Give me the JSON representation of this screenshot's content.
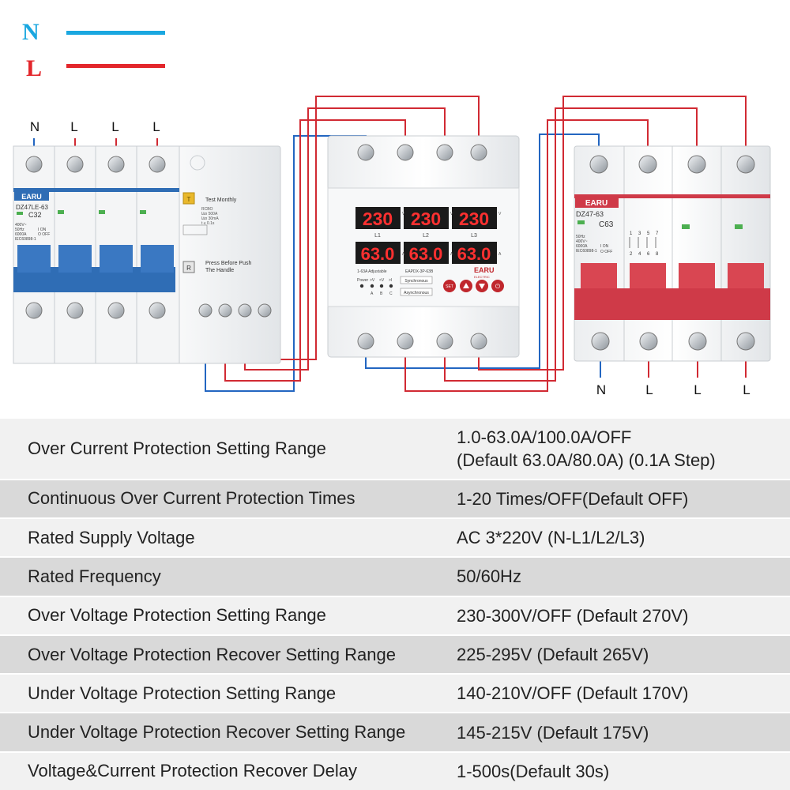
{
  "legend": {
    "neutral_letter": "N",
    "live_letter": "L",
    "neutral_color": "#1aa7e0",
    "live_color": "#e3262b"
  },
  "terminals": {
    "left": [
      "N",
      "L",
      "L",
      "L"
    ],
    "right": [
      "N",
      "L",
      "L",
      "L"
    ]
  },
  "rcbo": {
    "brand": "EARU",
    "model": "DZ47LE-63",
    "rating": "C32",
    "specs": [
      "400V~",
      "50Hz",
      "6000A",
      "IEC60898-1"
    ],
    "rcbo_label": "RCBO",
    "rcbo_specs": [
      "I∆n 500A",
      "I∆n 30mA",
      "t ≤ 0.1s"
    ],
    "test_text": "Test Monthly",
    "test_button": "T",
    "reset_button": "R",
    "press_text_1": "Press Before Push",
    "press_text_2": "The Handle",
    "on_label": "I ON",
    "off_label": "O OFF",
    "handle_color": "#2f6db5"
  },
  "protector": {
    "voltage_readings": [
      "230",
      "230",
      "230"
    ],
    "current_readings": [
      "63.0",
      "63.0",
      "63.0"
    ],
    "phase_labels": [
      "L1",
      "L2",
      "L3"
    ],
    "voltage_unit": "V",
    "current_unit": "A",
    "adjustable_text": "1-63A Adjustable",
    "model": "EAPDX-3P-63B",
    "brand": "EARU",
    "brand_sub": "ELECTRIC",
    "indicator_labels": [
      "Power",
      ">V",
      "<V",
      ">I"
    ],
    "indicator_sub": [
      "A",
      "B",
      "C"
    ],
    "sync_label": "Synchronous",
    "async_label": "Asynchronous",
    "set_button": "SET",
    "power_button": "⏻"
  },
  "mcb": {
    "brand": "EARU",
    "model": "DZ47-63",
    "rating": "C63",
    "specs": [
      "50Hz",
      "400V~",
      "6000A",
      "IEC60898-1"
    ],
    "top_numbers": [
      "1",
      "3",
      "5",
      "7"
    ],
    "bottom_numbers": [
      "2",
      "4",
      "6",
      "8"
    ],
    "on_label": "I ON",
    "off_label": "O OFF",
    "handle_color": "#cf3a48"
  },
  "specs": [
    {
      "name": "Over Current Protection Setting Range",
      "value": "1.0-63.0A/100.0A/OFF",
      "value2": "(Default 63.0A/80.0A)  (0.1A Step)"
    },
    {
      "name": "Continuous Over Current Protection Times",
      "value": "1-20 Times/OFF(Default OFF)"
    },
    {
      "name": "Rated Supply Voltage",
      "value": "AC 3*220V (N-L1/L2/L3)"
    },
    {
      "name": "Rated Frequency",
      "value": "50/60Hz"
    },
    {
      "name": "Over Voltage Protection Setting Range",
      "value": "230-300V/OFF (Default 270V)"
    },
    {
      "name": "Over Voltage Protection Recover Setting Range",
      "value": "225-295V (Default 265V)"
    },
    {
      "name": "Under Voltage Protection Setting Range",
      "value": "140-210V/OFF (Default 170V)"
    },
    {
      "name": "Under Voltage Protection Recover Setting Range",
      "value": "145-215V (Default 175V)"
    },
    {
      "name": "Voltage&Current Protection Recover Delay",
      "value": "1-500s(Default 30s)"
    }
  ]
}
